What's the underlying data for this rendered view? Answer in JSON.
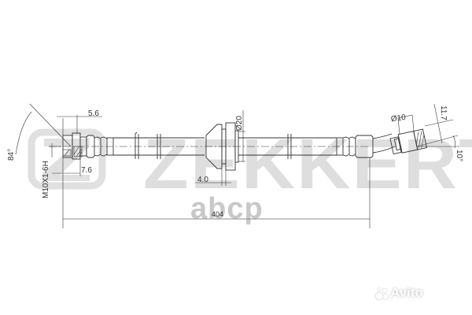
{
  "watermarks": {
    "brand": "ZEKKERT",
    "marketplace": "abcp",
    "platform": "Avito"
  },
  "drawing": {
    "type": "brake hose technical drawing",
    "line_color": "#333333",
    "watermark_color": "#dcdcdc",
    "dimensions": {
      "left_fitting_width": "5.6",
      "left_fitting_offset": "7.6",
      "left_thread": "M10X1-6H",
      "left_angle": "84°",
      "collar_thickness": "4.0",
      "collar_diameter": "Ø20",
      "right_diameter": "Ø10",
      "right_length": "11.7",
      "right_angle": "10°",
      "overall_length": "404"
    }
  }
}
